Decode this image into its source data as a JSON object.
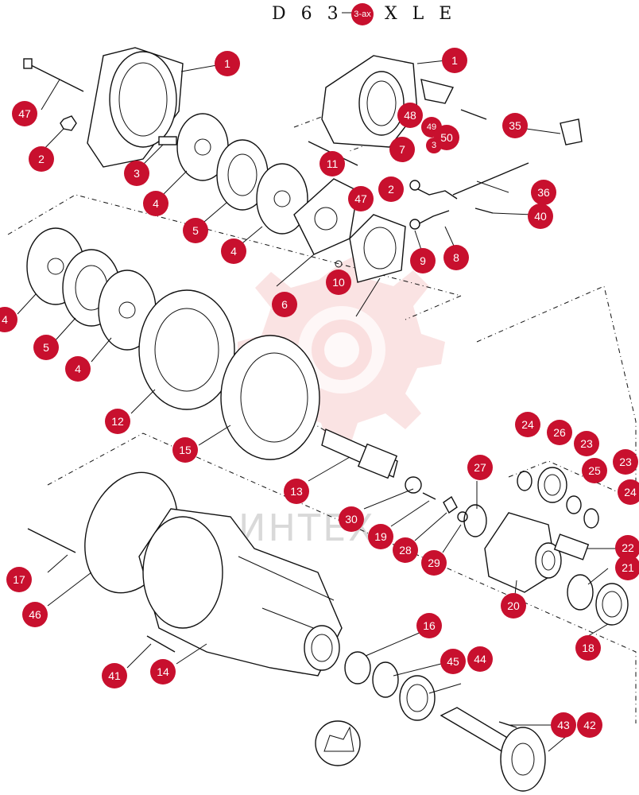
{
  "title_left": "D 6 3",
  "title_right": "X L E",
  "title_badge": "3-ax",
  "watermark_text": "ИНТЕХ",
  "callouts": [
    "1",
    "47",
    "1",
    "2",
    "48",
    "49",
    "50",
    "35",
    "3",
    "4",
    "7",
    "11",
    "3",
    "5",
    "2",
    "47",
    "36",
    "4",
    "40",
    "9",
    "8",
    "10",
    "6",
    "4",
    "5",
    "4",
    "12",
    "15",
    "24",
    "26",
    "23",
    "25",
    "23",
    "24",
    "13",
    "27",
    "30",
    "19",
    "28",
    "29",
    "22",
    "21",
    "20",
    "17",
    "46",
    "18",
    "16",
    "45",
    "44",
    "41",
    "14",
    "43",
    "42"
  ],
  "colors": {
    "badge": "#c8102e",
    "line": "#111111",
    "watermark": "#f6cccc"
  }
}
